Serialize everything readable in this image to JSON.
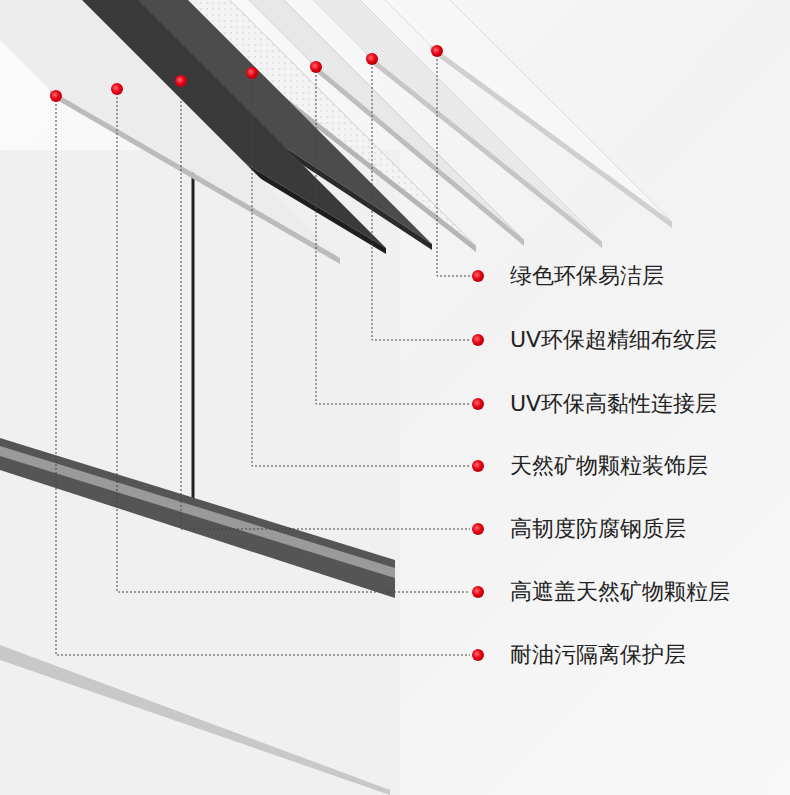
{
  "diagram": {
    "labels": [
      "绿色环保易洁层",
      "UV环保超精细布纹层",
      "UV环保高黏性连接层",
      "天然矿物颗粒装饰层",
      "高韧度防腐钢质层",
      "高遮盖天然矿物颗粒层",
      "耐油污隔离保护层"
    ]
  }
}
